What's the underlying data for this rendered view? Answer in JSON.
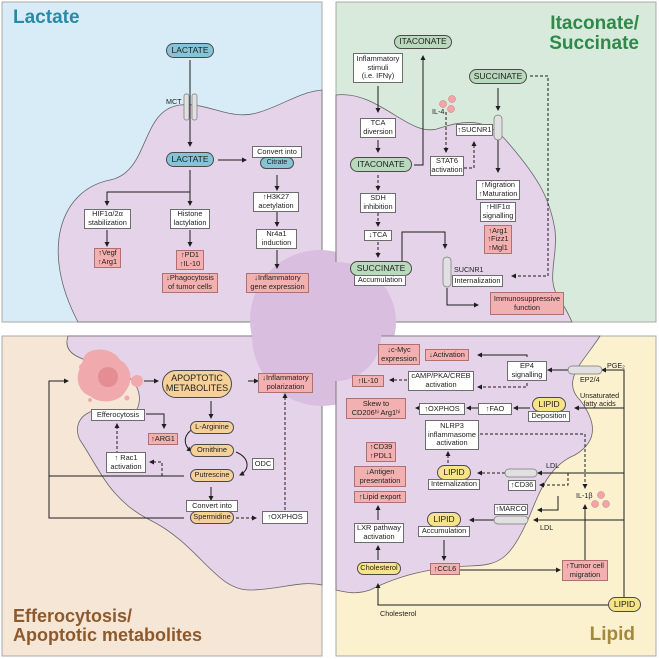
{
  "colors": {
    "lactate_bg": "#d7ecf6",
    "itaconate_bg": "#d8eadb",
    "efferocytosis_bg": "#f6e6d6",
    "lipid_bg": "#fbf1cf",
    "cell": "#e5d3e9",
    "nucleus": "#d9bedf",
    "pink_box": "#f2b0b0",
    "title_lactate": "#2a8aa6",
    "title_itaconate": "#2e8a4a",
    "title_efferocytosis": "#8c5a2c",
    "title_lipid": "#a38a3a"
  },
  "panels": {
    "lactate": {
      "title": "Lactate",
      "extracellular": "LACTATE",
      "transporter": "MCT",
      "intracellular": "LACTATE",
      "convert_into": "Convert into",
      "citrate": "Citrate",
      "hif": "HIF1α/2α\nstabilization",
      "histone": "Histone\nlactylation",
      "h3k27": "↑H3K27\nacetylation",
      "nr4a1": "Nr4a1\ninduction",
      "vegf": "↑Vegf\n↑Arg1",
      "pd1": "↑PD1\n↑IL-10",
      "phago": "↓Phagocytosis\nof tumor cells",
      "inflam": "↓Inflammatory\ngene expression"
    },
    "itaconate": {
      "title": "Itaconate/\nSuccinate",
      "itaconate_out": "ITACONATE",
      "stimuli": "Inflammatory\nstimuli\n(i.e. IFNγ)",
      "tca_div": "TCA\ndiversion",
      "itaconate_in": "ITACONATE",
      "sdh": "SDH\ninhibition",
      "tca_down": "↓TCA",
      "succinate_in": "SUCCINATE",
      "accum": "Accumulation",
      "il4": "IL-4",
      "stat6": "STAT6\nactivation",
      "sucnr1_up": "↑SUCNR1",
      "succinate_out": "SUCCINATE",
      "migration": "↑Migration\n↑Maturation",
      "hif1a": "↑HIF1α\nsignalling",
      "arg1": "↑Arg1\n↑Fizz1\n↑Mgl1",
      "sucnr1_label": "SUCNR1",
      "internalization": "Internalization",
      "immuno": "Immunosuppressive\nfunction"
    },
    "efferocytosis": {
      "title": "Efferocytosis/\nApoptotic metabolites",
      "apoptotic": "APOPTOTIC\nMETABOLITES",
      "inflam_pol": "↓Inflammatory\npolarization",
      "efferocytosis": "Efferocytosis",
      "arg1": "↑ARG1",
      "larginine": "L-Arginine",
      "ornithine": "Ornithine",
      "odc": "ODC",
      "rac1": "↑ Rac1\nactivation",
      "putrescine": "Putrescine",
      "convert_into": "Convert into",
      "spermidine": "Spermidine",
      "oxphos": "↑OXPHOS"
    },
    "lipid": {
      "title": "Lipid",
      "cmyc": "↓c-Myc\nexpression",
      "activation": "↓Activation",
      "ep4": "EP4\nsignalling",
      "pge2": "PGE₂",
      "ep24": "EP2/4",
      "il10": "↑IL-10",
      "camp": "cAMP/PKA/CREB\nactivation",
      "skew": "Skew to\nCD206ʰⁱ Arg1ʰⁱ",
      "oxphos": "↑OXPHOS",
      "fao": "↑FAO",
      "lipid_dep": "LIPID",
      "deposition": "Deposition",
      "unsat": "Unsaturated\nfatty acids",
      "nlrp3": "NLRP3\ninflammasome\nactivation",
      "cd39": "↑CD39\n↑PDL1",
      "antigen": "↓Antigen\npresentation",
      "lipid_export": "↑Lipid export",
      "lipid_int": "LIPID",
      "internalization": "Internalization",
      "ldl1": "LDL",
      "cd36": "↑CD36",
      "il1b": "IL-1β",
      "marco": "↑MARCO",
      "ldl2": "LDL",
      "lxr": "LXR pathway\nactivation",
      "lipid_acc": "LIPID",
      "accumulation": "Accumulation",
      "cholesterol_in": "Cholesterol",
      "ccl6": "↑CCL6",
      "tumor": "↑Tumor cell\nmigration",
      "cholesterol_label": "Cholesterol",
      "lipid_out": "LIPID"
    }
  }
}
